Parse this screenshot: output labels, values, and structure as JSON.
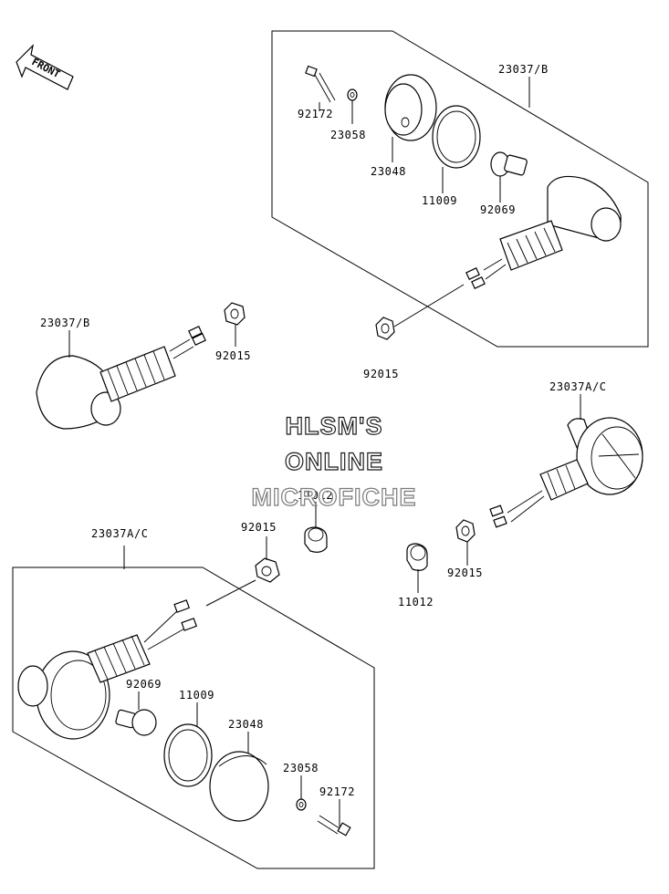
{
  "diagram": {
    "labels": {
      "front": "FRONT",
      "l_23037b_top": "23037/B",
      "l_92172_top": "92172",
      "l_23058_top": "23058",
      "l_23048_top": "23048",
      "l_11009_top": "11009",
      "l_92069_top": "92069",
      "l_23037b_left": "23037/B",
      "l_92015_left": "92015",
      "l_92015_mid": "92015",
      "l_23037ac_right": "23037A/C",
      "l_11012_center": "11012",
      "l_92015_center": "92015",
      "l_11012_right": "11012",
      "l_92015_right": "92015",
      "l_23037ac_bottom": "23037A/C",
      "l_92069_bottom": "92069",
      "l_11009_bottom": "11009",
      "l_23048_bottom": "23048",
      "l_23058_bottom": "23058",
      "l_92172_bottom": "92172"
    },
    "watermark": {
      "line1": "HLSM'S",
      "line2": "ONLINE",
      "line3": "MICROFICHE"
    }
  }
}
